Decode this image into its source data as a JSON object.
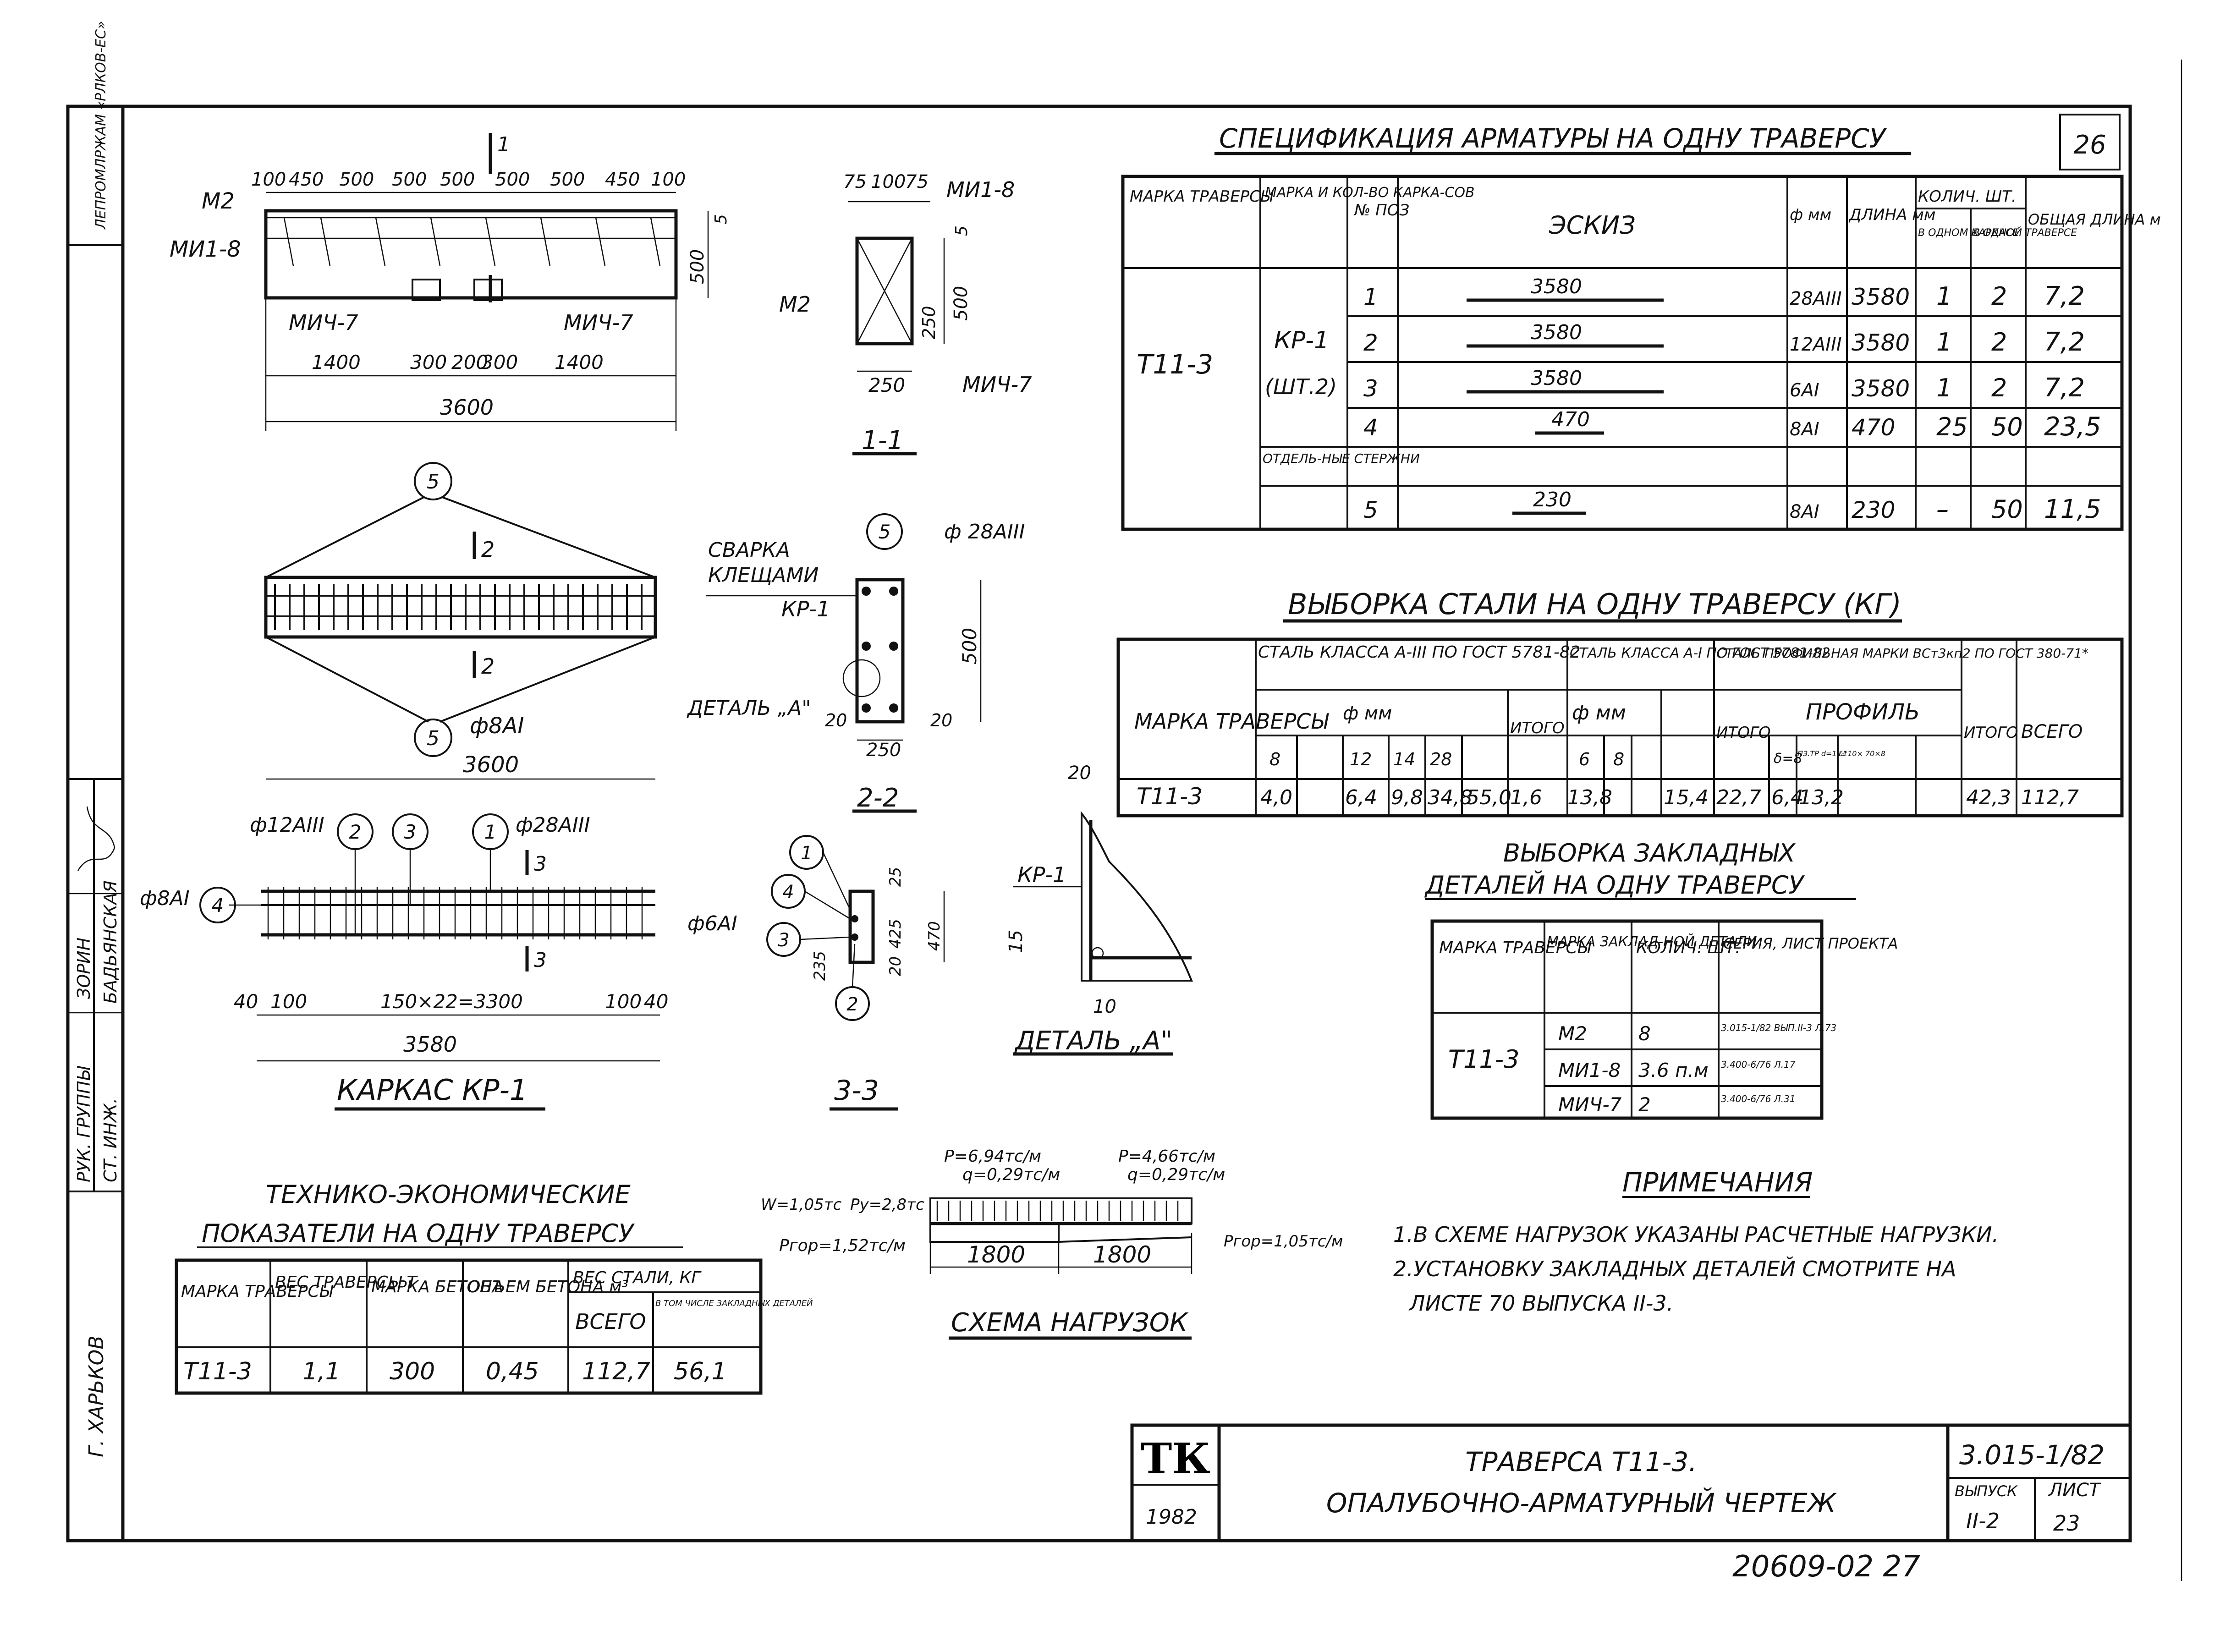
{
  "sheet": {
    "page_number": "26",
    "stamp_number": "20609-02 27",
    "left_margin_label": "Г. ХАРЬКОВ",
    "left_margin_note": "ЛЕПРОМЛРЖАМ «РЛКОВ-ЕС»"
  },
  "signatures": {
    "rows": [
      {
        "role": "РУК. ГРУППЫ",
        "name": "ЗОРИН"
      },
      {
        "role": "СТ. ИНЖ.",
        "name": "БАДЬЯНСКАЯ"
      }
    ]
  },
  "elevation": {
    "mark_m2": "М2",
    "mark_mi1": "МИ1-8",
    "mark_mi4_left": "МИЧ-7",
    "mark_mi4_right": "МИЧ-7",
    "top_dims": [
      "100",
      "450",
      "500",
      "500",
      "500",
      "500",
      "500",
      "450",
      "100"
    ],
    "bottom_dims": [
      "1400",
      "300",
      "200",
      "300",
      "1400"
    ],
    "total": "3600",
    "height": "500",
    "height_top": "5",
    "section_mark": "1"
  },
  "section_1_1": {
    "top_dims": [
      "75",
      "100",
      "75"
    ],
    "mark_m2": "М2",
    "mark_mi1": "МИ1-8",
    "mark_mi4": "МИЧ-7",
    "dim_250v": "250",
    "dim_500": "500",
    "dim_5": "5",
    "dim_250h": "250",
    "title": "1-1"
  },
  "plan": {
    "bubble": "5",
    "section_mark": "2",
    "rebar": "ф8АI",
    "total": "3600"
  },
  "section_2_2": {
    "bubble": "5",
    "rebar": "ф 28АIII",
    "weld_label_1": "СВАРКА",
    "weld_label_2": "КЛЕЩАМИ",
    "kp": "КР-1",
    "detail": "ДЕТАЛЬ „А\"",
    "dim_500": "500",
    "dim_20l": "20",
    "dim_20r": "20",
    "dim_250": "250",
    "title": "2-2"
  },
  "cage": {
    "rebar_12": "ф12АIII",
    "rebar_28": "ф28АIII",
    "rebar_8": "ф8АI",
    "bubbles": [
      "2",
      "3",
      "1",
      "4"
    ],
    "section_mark": "3",
    "dims": [
      "40",
      "100",
      "150×22=3300",
      "100",
      "40"
    ],
    "total": "3580",
    "title": "КАРКАС КР-1"
  },
  "section_3_3": {
    "bubbles": [
      "1",
      "4",
      "3",
      "2"
    ],
    "rebar": "ф6АI",
    "dims": [
      "25",
      "425",
      "470",
      "20",
      "235"
    ],
    "title": "3-3"
  },
  "detail_a": {
    "dims": [
      "20",
      "15",
      "10"
    ],
    "kp": "КР-1",
    "title": "ДЕТАЛЬ „А\""
  },
  "spec_table": {
    "title": "СПЕЦИФИКАЦИЯ АРМАТУРЫ НА ОДНУ ТРАВЕРСУ",
    "headers": [
      "МАРКА ТРАВЕРСЫ",
      "МАРКА И КОЛ-ВО КАРКА-СОВ",
      "№ ПОЗ",
      "ЭСКИЗ",
      "ф мм",
      "ДЛИНА мм",
      "В ОДНОМ КАРКАСЕ",
      "В ОДНОЙ ТРАВЕРСЕ",
      "ОБЩАЯ ДЛИНА м"
    ],
    "header_group": "КОЛИЧ. ШТ.",
    "mark": "Т11-3",
    "cage": "КР-1",
    "cage_qty": "(ШТ.2)",
    "separate": "ОТДЕЛЬ-НЫЕ СТЕРЖНИ",
    "rows": [
      {
        "pos": "1",
        "sketch": "3580",
        "dia": "28АIII",
        "len": "3580",
        "per_cage": "1",
        "per_trav": "2",
        "total": "7,2"
      },
      {
        "pos": "2",
        "sketch": "3580",
        "dia": "12АIII",
        "len": "3580",
        "per_cage": "1",
        "per_trav": "2",
        "total": "7,2"
      },
      {
        "pos": "3",
        "sketch": "3580",
        "dia": "6АI",
        "len": "3580",
        "per_cage": "1",
        "per_trav": "2",
        "total": "7,2"
      },
      {
        "pos": "4",
        "sketch": "470",
        "dia": "8АI",
        "len": "470",
        "per_cage": "25",
        "per_trav": "50",
        "total": "23,5"
      },
      {
        "pos": "5",
        "sketch": "230",
        "dia": "8АI",
        "len": "230",
        "per_cage": "–",
        "per_trav": "50",
        "total": "11,5"
      }
    ]
  },
  "steel_table": {
    "title": "ВЫБОРКА СТАЛИ НА ОДНУ ТРАВЕРСУ (КГ)",
    "mark_header": "МАРКА ТРАВЕРСЫ",
    "grp1": "СТАЛЬ КЛАССА А-III ПО ГОСТ 5781-82",
    "grp2": "СТАЛЬ КЛАССА А-I ПО ГОСТ 5781-82",
    "grp3": "СТАЛЬ ПРОФИЛЬНАЯ МАРКИ ВСт3кп2 ПО ГОСТ 380-71*",
    "dia_label": "ф мм",
    "dia_label2": "ф мм",
    "profile_label": "ПРОФИЛЬ",
    "itogo": "ИТОГО",
    "vsego": "ВСЕГО",
    "cols": [
      "8",
      "",
      "12",
      "14",
      "28",
      "6",
      "8",
      "",
      "δ=8",
      "ПЗ.ТР d=1¼\"",
      "L110× 70×8"
    ],
    "mark": "Т11-3",
    "values": [
      "4,0",
      "",
      "6,4",
      "9,8",
      "34,8",
      "55,0",
      "1,6",
      "13,8",
      "",
      "15,4",
      "22,7",
      "6,4",
      "13,2",
      "",
      "42,3",
      "112,7"
    ]
  },
  "embedded_table": {
    "title1": "ВЫБОРКА ЗАКЛАДНЫХ",
    "title2": "ДЕТАЛЕЙ НА ОДНУ ТРАВЕРСУ",
    "headers": [
      "МАРКА ТРАВЕРСЫ",
      "МАРКА ЗАКЛАД-НОЙ ДЕТАЛИ",
      "КОЛИЧ. ШТ.",
      "СЕРИЯ, ЛИСТ ПРОЕКТА"
    ],
    "mark": "Т11-3",
    "rows": [
      {
        "detail": "М2",
        "qty": "8",
        "series": "3.015-1/82 ВЫП.II-3 Л.73"
      },
      {
        "detail": "МИ1-8",
        "qty": "3.6 п.м",
        "series": "3.400-6/76 Л.17"
      },
      {
        "detail": "МИЧ-7",
        "qty": "2",
        "series": "3.400-6/76 Л.31"
      }
    ]
  },
  "notes": {
    "title": "ПРИМЕЧАНИЯ",
    "lines": [
      "1.В СХЕМЕ НАГРУЗОК УКАЗАНЫ РАСЧЕТНЫЕ НАГРУЗКИ.",
      "2.УСТАНОВКУ ЗАКЛАДНЫХ ДЕТАЛЕЙ СМОТРИТЕ НА",
      "ЛИСТЕ 70 ВЫПУСКА II-3."
    ]
  },
  "load_scheme": {
    "p1": "P=6,94тс/м",
    "q1": "q=0,29тс/м",
    "p2": "P=4,66тс/м",
    "q2": "q=0,29тс/м",
    "w": "W=1,05тс",
    "py": "Py=2,8тс",
    "phor_l": "Pгор=1,52тс/м",
    "phor_r": "Pгор=1,05тс/м",
    "dim_l": "1800",
    "dim_r": "1800",
    "title": "СХЕМА НАГРУЗОК"
  },
  "tech_table": {
    "title1": "ТЕХНИКО-ЭКОНОМИЧЕСКИЕ",
    "title2": "ПОКАЗАТЕЛИ НА ОДНУ ТРАВЕРСУ",
    "headers": [
      "МАРКА ТРАВЕРСЫ",
      "ВЕС ТРАВЕРСЫ Т",
      "МАРКА БЕТОНА",
      "ОБЪЕМ БЕТОНА м³",
      "ВСЕГО",
      "В ТОМ ЧИСЛЕ ЗАКЛАДНЫХ ДЕТАЛЕЙ"
    ],
    "group": "ВЕС СТАЛИ, КГ",
    "row": [
      "Т11-3",
      "1,1",
      "300",
      "0,45",
      "112,7",
      "56,1"
    ]
  },
  "title_block": {
    "logo": "ТК",
    "year": "1982",
    "title1": "ТРАВЕРСА Т11-3.",
    "title2": "ОПАЛУБОЧНО-АРМАТУРНЫЙ ЧЕРТЕЖ",
    "series": "3.015-1/82",
    "issue_label": "ВЫПУСК",
    "issue": "II-2",
    "sheet_label": "ЛИСТ",
    "sheet": "23"
  }
}
